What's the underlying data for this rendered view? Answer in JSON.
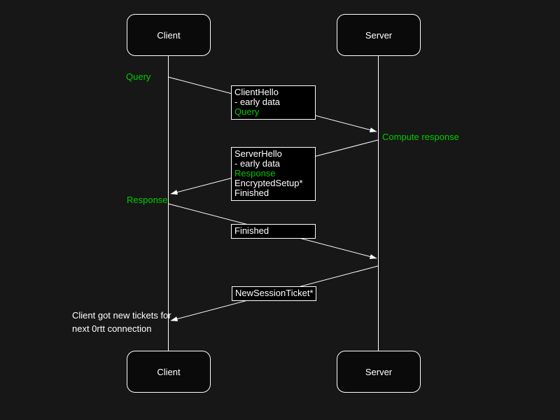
{
  "colors": {
    "background": "#171717",
    "box_fill": "#000000",
    "stroke": "#ffffff",
    "text": "#ffffff",
    "highlight_green": "#00cc00"
  },
  "actors": {
    "top": [
      {
        "label": "Client"
      },
      {
        "label": "Server"
      }
    ],
    "bottom": [
      {
        "label": "Client"
      },
      {
        "label": "Server"
      }
    ]
  },
  "annotations": {
    "query": "Query",
    "compute_response": "Compute response",
    "response": "Response"
  },
  "messages": {
    "client_hello": {
      "from": "Client",
      "to": "Server",
      "lines": [
        {
          "text": "ClientHello",
          "color": "white"
        },
        {
          "text": "- early data",
          "color": "white"
        },
        {
          "text": "Query",
          "color": "green"
        }
      ]
    },
    "server_hello": {
      "from": "Server",
      "to": "Client",
      "lines": [
        {
          "text": "ServerHello",
          "color": "white"
        },
        {
          "text": "- early data",
          "color": "white"
        },
        {
          "text": "Response",
          "color": "green"
        },
        {
          "text": "EncryptedSetup*",
          "color": "white"
        },
        {
          "text": "Finished",
          "color": "white"
        }
      ]
    },
    "finished": {
      "from": "Client",
      "to": "Server",
      "lines": [
        {
          "text": "Finished",
          "color": "white"
        }
      ]
    },
    "new_session_ticket": {
      "from": "Server",
      "to": "Client",
      "lines": [
        {
          "text": "NewSessionTicket*",
          "color": "white"
        }
      ]
    }
  },
  "note": {
    "lines": [
      "Client got new tickets for",
      "next 0rtt connection"
    ]
  }
}
